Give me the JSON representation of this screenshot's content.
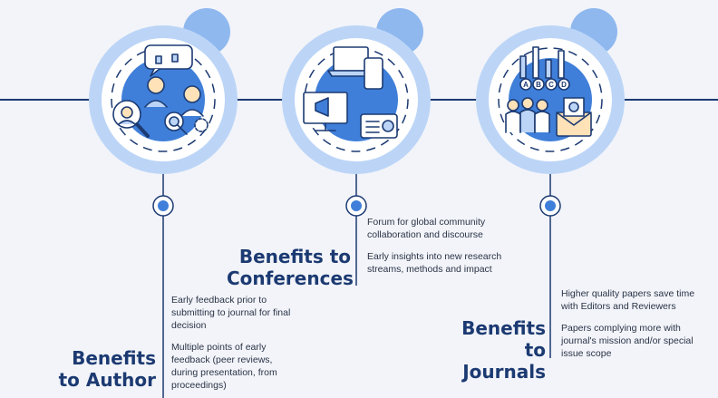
{
  "sections": [
    {
      "heading_line1": "Benefits",
      "heading_line2": "to Author",
      "points": [
        "Early feedback prior to submitting to journal for final decision",
        "Multiple points of early feedback (peer reviews, during presentation, from proceedings)"
      ],
      "icon": "people-feedback-search-icon"
    },
    {
      "heading_line1": "Benefits to",
      "heading_line2": "Conferences",
      "points": [
        "Forum for global community collaboration and discourse",
        "Early insights into new research streams, methods and impact"
      ],
      "icon": "devices-media-icon"
    },
    {
      "heading_line1": "Benefits to",
      "heading_line2": "Journals",
      "points": [
        "Higher quality papers save time with Editors and Reviewers",
        "Papers complying more with journal's mission and/or special issue scope"
      ],
      "icon": "chart-team-mail-icon"
    }
  ],
  "chart_labels": [
    "A",
    "B",
    "C",
    "D"
  ],
  "colors": {
    "navy": "#1c3a72",
    "blue": "#3f7fd9",
    "light_blue": "#bcd5f7",
    "ring": "#8fb8ef",
    "background": "#f2f4f9"
  }
}
